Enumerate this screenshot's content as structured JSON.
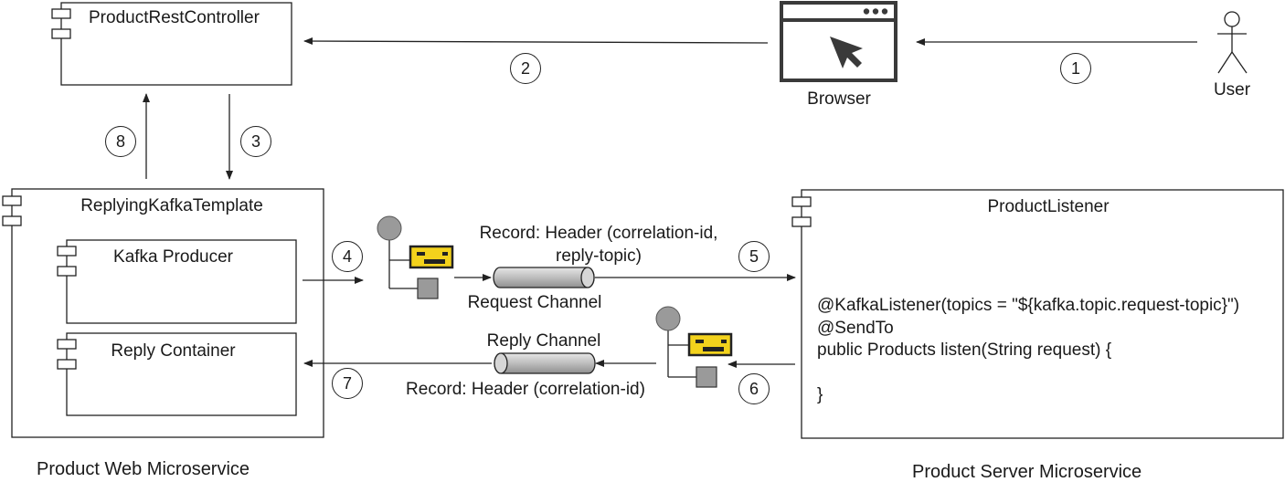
{
  "components": {
    "rest_controller": "ProductRestController",
    "browser": "Browser",
    "user": "User",
    "replying_template": "ReplyingKafkaTemplate",
    "kafka_producer": "Kafka Producer",
    "reply_container": "Reply Container",
    "product_listener": "ProductListener"
  },
  "channels": {
    "request_record_line1": "Record: Header (correlation-id,",
    "request_record_line2": "reply-topic)",
    "request_channel": "Request Channel",
    "reply_channel": "Reply Channel",
    "reply_record": "Record: Header (correlation-id)"
  },
  "listener_code": [
    "@KafkaListener(topics = \"${kafka.topic.request-topic}\")",
    "@SendTo",
    "public Products listen(String request) {",
    "",
    "}"
  ],
  "steps": [
    "1",
    "2",
    "3",
    "4",
    "5",
    "6",
    "7",
    "8"
  ],
  "footers": {
    "web": "Product Web Microservice",
    "server": "Product Server Microservice"
  },
  "colors": {
    "stroke": "#222222",
    "message_fill": "#f3d21c",
    "node_fill": "#9a9a9a",
    "cylinder_fill": "#c4c4c4"
  }
}
